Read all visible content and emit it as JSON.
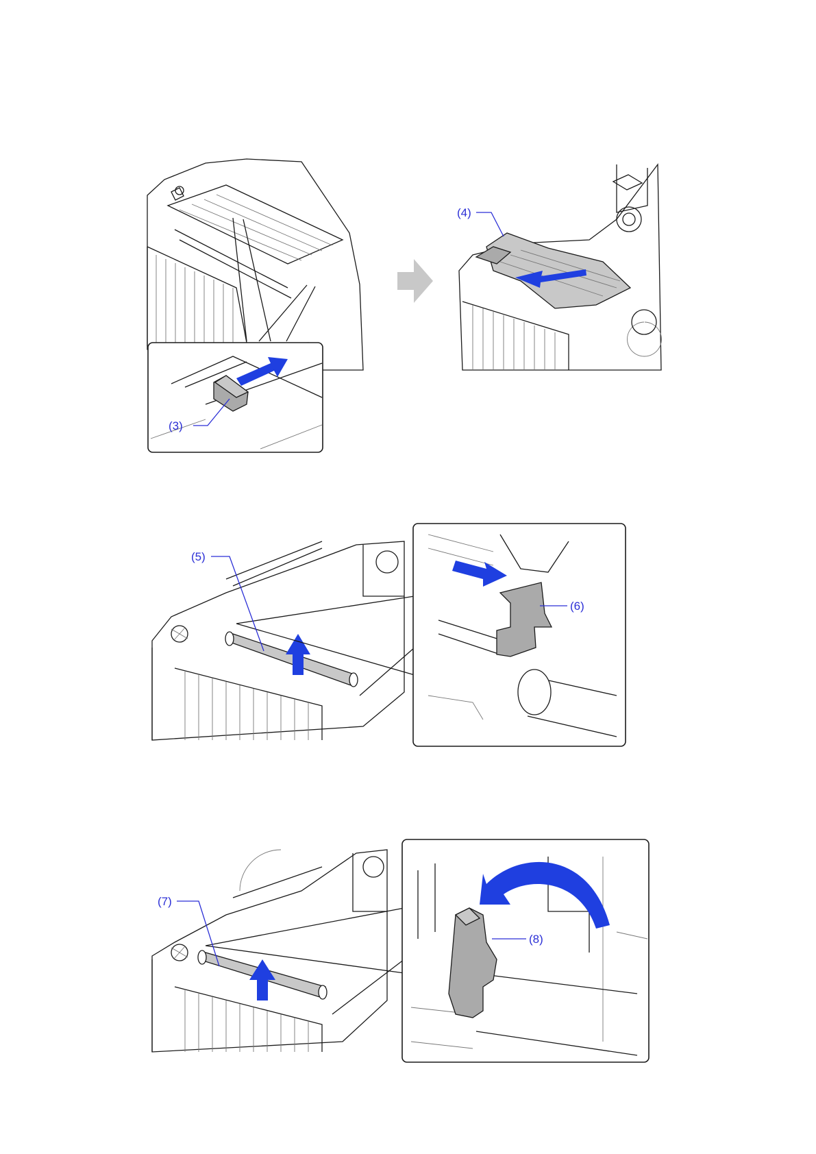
{
  "callouts": {
    "c3": "(3)",
    "c4": "(4)",
    "c5": "(5)",
    "c6": "(6)",
    "c7": "(7)",
    "c8": "(8)"
  },
  "colors": {
    "callout_text": "#2b2fd6",
    "action_arrow": "#1f3fe0",
    "step_arrow": "#c8c8c8",
    "part_highlight": "#aaaaaa"
  },
  "icons": {
    "step": "grey-right-arrow-icon",
    "push": "blue-push-arrow-icon",
    "lift": "blue-up-arrow-icon",
    "rotate": "blue-curved-arrow-icon"
  }
}
